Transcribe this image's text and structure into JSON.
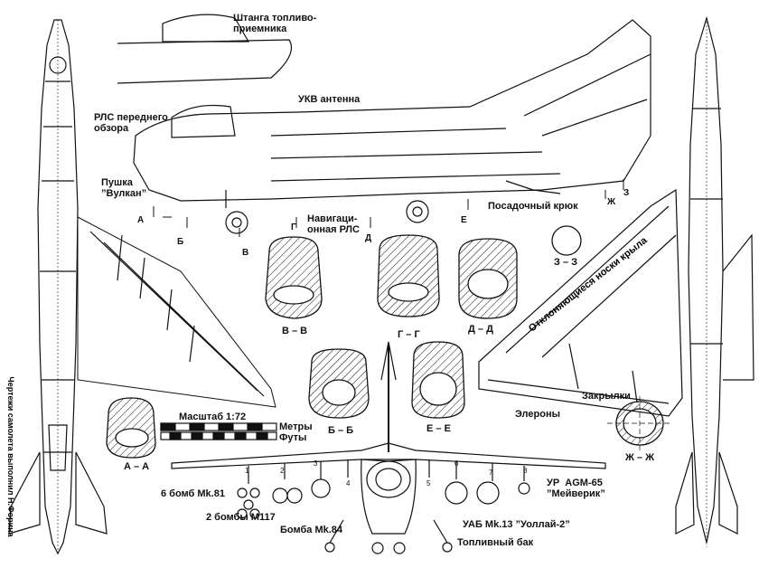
{
  "credit": "Чертежи самолета выполнил Н.Форина",
  "scale": {
    "label": "Масштаб 1:72",
    "meters": "Метры",
    "feet": "Футы"
  },
  "callouts": {
    "refuel_probe": "Штанга топливо-\nприемника",
    "front_radar": "РЛС переднего\nобзора",
    "vhf_antenna": "УКВ антенна",
    "gun": "Пушка\n”Вулкан”",
    "nav_radar": "Навигаци-\nонная РЛС",
    "arrest_hook": "Посадочный крюк",
    "slats": "Отклоняющиеся носки крыла",
    "ailerons": "Элероны",
    "flaps": "Закрылки",
    "mk81": "6 бомб Mk.81",
    "m117": "2 бомбы M117",
    "mk84": "Бомба Mk.84",
    "fuel_tank": "Топливный бак",
    "mk13": "УАБ Mk.13 ”Уоллай-2”",
    "agm65": "УР  AGM-65\n”Мейверик”"
  },
  "cut_letters": [
    "А",
    "Б",
    "В",
    "Г",
    "Д",
    "Е",
    "Ж",
    "З"
  ],
  "sections": [
    "А – А",
    "Б – Б",
    "В – В",
    "Г – Г",
    "Д – Д",
    "Е – Е",
    "Ж – Ж",
    "З – З"
  ],
  "pylon_numbers": [
    "1",
    "2",
    "3",
    "4",
    "5",
    "6",
    "7",
    "8"
  ]
}
